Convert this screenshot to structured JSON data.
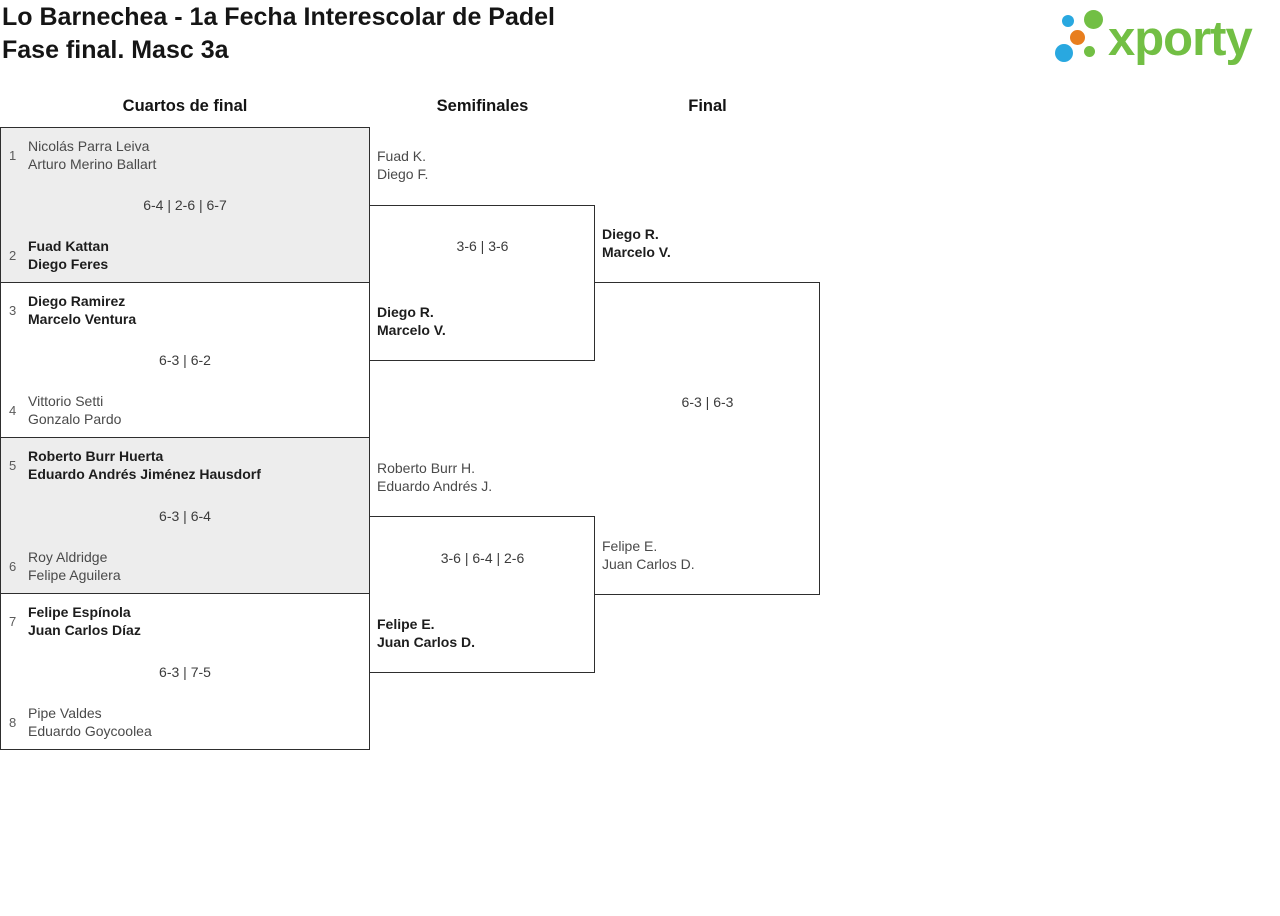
{
  "page": {
    "title_line1": "Lo Barnechea - 1a Fecha Interescolar de Padel",
    "title_line2": "Fase final. Masc 3a"
  },
  "logo": {
    "text": "xporty",
    "colors": {
      "green": "#72bf44",
      "blue": "#29a8e0",
      "orange": "#e87e1e"
    }
  },
  "rounds": [
    {
      "label": "Cuartos de final"
    },
    {
      "label": "Semifinales"
    },
    {
      "label": "Final"
    }
  ],
  "colors": {
    "connector_line": "#2e2e2e",
    "shaded_match_bg": "#ededed",
    "winner_text": "#1d1d1d",
    "loser_text": "#4a4a4a"
  },
  "bracket": {
    "quarterfinals": [
      {
        "shaded": true,
        "score": "6-4 | 2-6 | 6-7",
        "team_top": {
          "seed": "1",
          "name1": "Nicolás Parra Leiva",
          "name2": "Arturo Merino Ballart",
          "winner": false
        },
        "team_bottom": {
          "seed": "2",
          "name1": "Fuad Kattan",
          "name2": "Diego Feres",
          "winner": true
        }
      },
      {
        "shaded": false,
        "score": "6-3 | 6-2",
        "team_top": {
          "seed": "3",
          "name1": "Diego Ramirez",
          "name2": "Marcelo Ventura",
          "winner": true
        },
        "team_bottom": {
          "seed": "4",
          "name1": "Vittorio Setti",
          "name2": "Gonzalo Pardo",
          "winner": false
        }
      },
      {
        "shaded": true,
        "score": "6-3 | 6-4",
        "team_top": {
          "seed": "5",
          "name1": "Roberto Burr Huerta",
          "name2": "Eduardo Andrés Jiménez Hausdorf",
          "winner": true
        },
        "team_bottom": {
          "seed": "6",
          "name1": "Roy Aldridge",
          "name2": "Felipe Aguilera",
          "winner": false
        }
      },
      {
        "shaded": false,
        "score": "6-3 | 7-5",
        "team_top": {
          "seed": "7",
          "name1": "Felipe Espínola",
          "name2": "Juan Carlos Díaz",
          "winner": true
        },
        "team_bottom": {
          "seed": "8",
          "name1": "Pipe Valdes",
          "name2": "Eduardo Goycoolea",
          "winner": false
        }
      }
    ],
    "semifinals": [
      {
        "score": "3-6 | 3-6",
        "team_top": {
          "name1": "Fuad K.",
          "name2": "Diego F.",
          "winner": false
        },
        "team_bottom": {
          "name1": "Diego R.",
          "name2": "Marcelo V.",
          "winner": true
        }
      },
      {
        "score": "3-6 | 6-4 | 2-6",
        "team_top": {
          "name1": "Roberto Burr H.",
          "name2": "Eduardo Andrés J.",
          "winner": false
        },
        "team_bottom": {
          "name1": "Felipe E.",
          "name2": "Juan Carlos D.",
          "winner": true
        }
      }
    ],
    "final": {
      "score": "6-3 | 6-3",
      "team_top": {
        "name1": "Diego R.",
        "name2": "Marcelo V.",
        "winner": true
      },
      "team_bottom": {
        "name1": "Felipe E.",
        "name2": "Juan Carlos D.",
        "winner": false
      }
    }
  }
}
